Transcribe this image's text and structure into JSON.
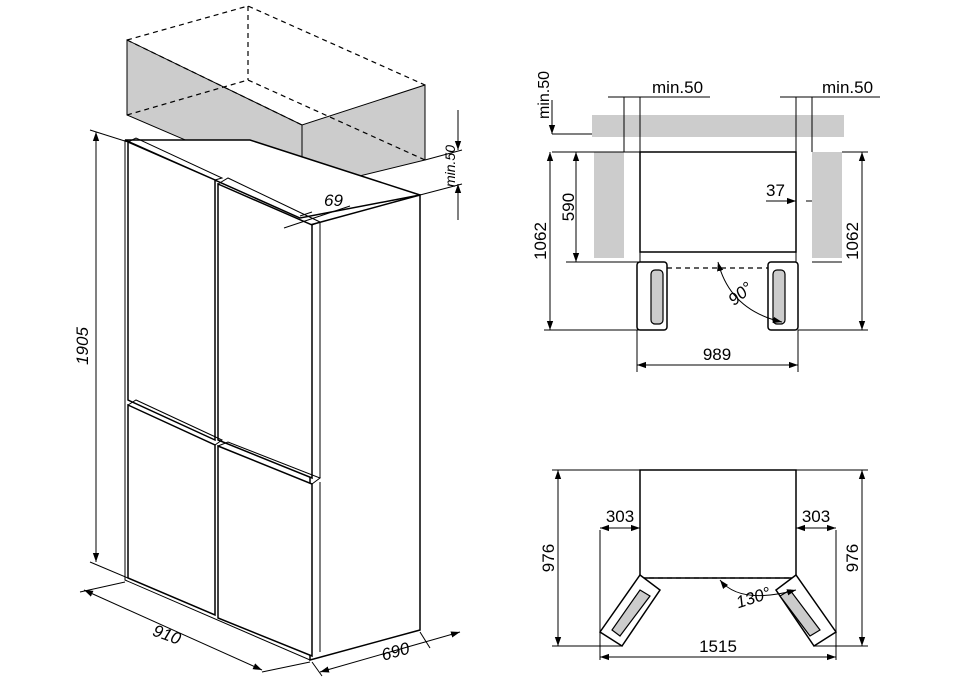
{
  "iso_view": {
    "height": "1905",
    "width": "910",
    "depth": "690",
    "door_offset": "69",
    "top_clearance": "min.50"
  },
  "top_view_90": {
    "top_clearance": "min.50",
    "left_clearance": "min.50",
    "right_clearance": "min.50",
    "cabinet_depth": "590",
    "door_protrusion": "37",
    "total_depth_left": "1062",
    "total_depth_right": "1062",
    "width": "989",
    "opening_angle": "90°"
  },
  "top_view_130": {
    "left_offset": "303",
    "right_offset": "303",
    "total_depth_left": "976",
    "total_depth_right": "976",
    "width": "1515",
    "opening_angle": "130°"
  }
}
